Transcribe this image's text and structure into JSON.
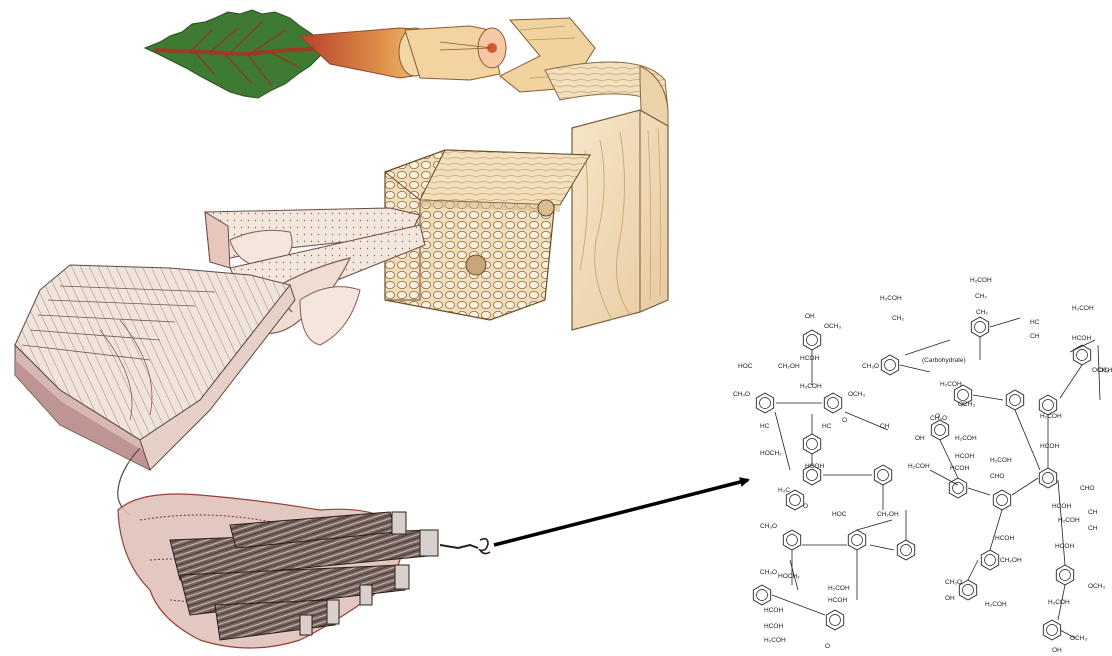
{
  "figure": {
    "labels": {
      "carbohydrate": "(Carbohydrate)",
      "och3": "OCH₃",
      "ch3o": "CH₃O",
      "oh": "OH",
      "h2coh": "H₂COH",
      "hcoh": "HCOH",
      "hc": "HC",
      "ch": "CH",
      "ch2": "CH₂",
      "cho": "CHO",
      "o": "O",
      "h2c": "H₂C",
      "hoc": "HOC",
      "ch2oh": "CH₂OH",
      "hoch2": "HOCH₂"
    },
    "colors": {
      "leaf_green": "#3f7a32",
      "leaf_vein": "#9b3b22",
      "branch": "#d07a3a",
      "wood_light": "#f1dfbd",
      "wood_grain": "#c9a574",
      "cell_wall": "#e8c9b9",
      "fiber_dark": "#5a4a44",
      "fiber_red": "#8e2a24",
      "arrow": "#000000"
    }
  }
}
